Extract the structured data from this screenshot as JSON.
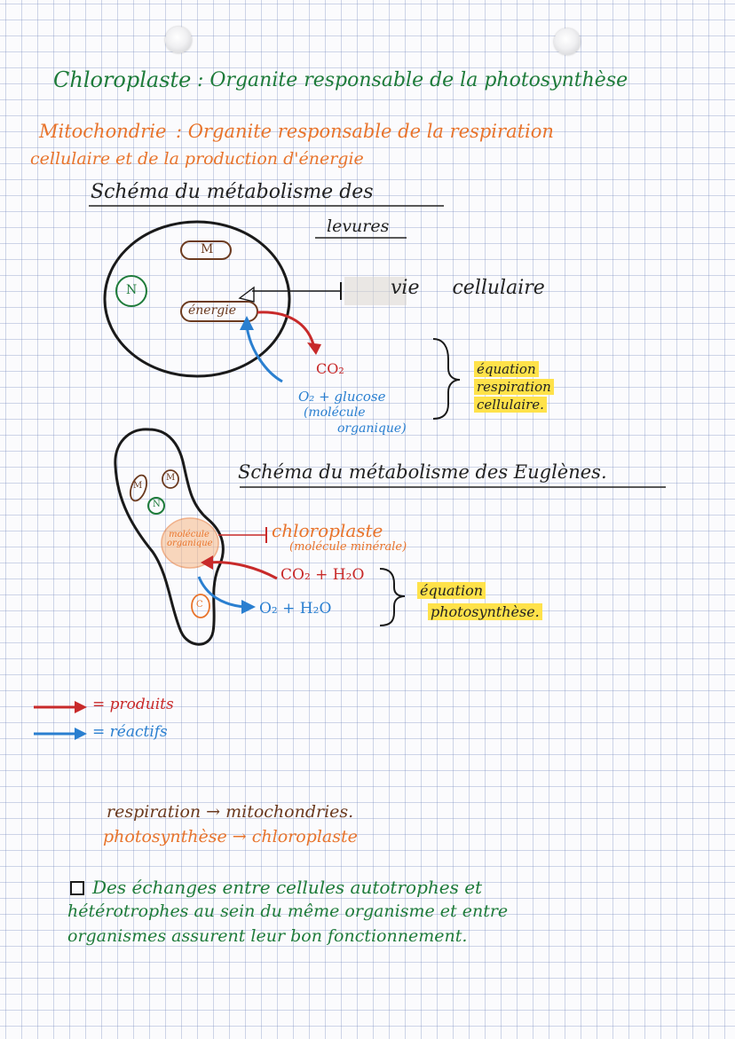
{
  "header": {
    "chloroplaste_term": "Chloroplaste",
    "chloroplaste_def": ": Organite responsable de la photosynthèse",
    "mito_term": "Mitochondrie",
    "mito_def_1": ": Organite responsable de la respiration",
    "mito_def_2": "cellulaire et de la production d'énergie"
  },
  "levures": {
    "title_1": "Schéma du métabolisme des",
    "title_2": "levures",
    "label_M": "M",
    "label_N": "N",
    "energie": "énergie",
    "vie_cellulaire": "vie cellulaire",
    "co2": "CO₂",
    "o2_glucose": "O₂ + glucose",
    "molecule_1": "(molécule",
    "molecule_2": "organique)",
    "equation": [
      "équation",
      "respiration",
      "cellulaire."
    ]
  },
  "euglenes": {
    "title": "Schéma du métabolisme des Euglènes.",
    "label_M": "M",
    "label_N": "N",
    "label_C": "C",
    "inner_text": "molécule organique",
    "chloroplaste": "chloroplaste",
    "molecule_minerale": "(molécule minérale)",
    "co2_h2o": "CO₂ + H₂O",
    "o2_h2o": "O₂ + H₂O",
    "equation": [
      "équation",
      "photosynthèse."
    ]
  },
  "legend": {
    "produits": "= produits",
    "reactifs": "= réactifs"
  },
  "summary": {
    "respiration": "respiration → mitochondries.",
    "photosynthese": "photosynthèse → chloroplaste",
    "conclusion_1": "Des échanges entre cellules autotrophes et",
    "conclusion_2": "hétérotrophes au sein du même organisme et entre",
    "conclusion_3": "organismes assurent leur bon fonctionnement."
  },
  "colors": {
    "green": "#1e7b3a",
    "orange": "#e8742c",
    "red": "#c82a2a",
    "blue": "#2a7fd0",
    "brown": "#6b3a1f",
    "highlight": "#ffe24a"
  }
}
